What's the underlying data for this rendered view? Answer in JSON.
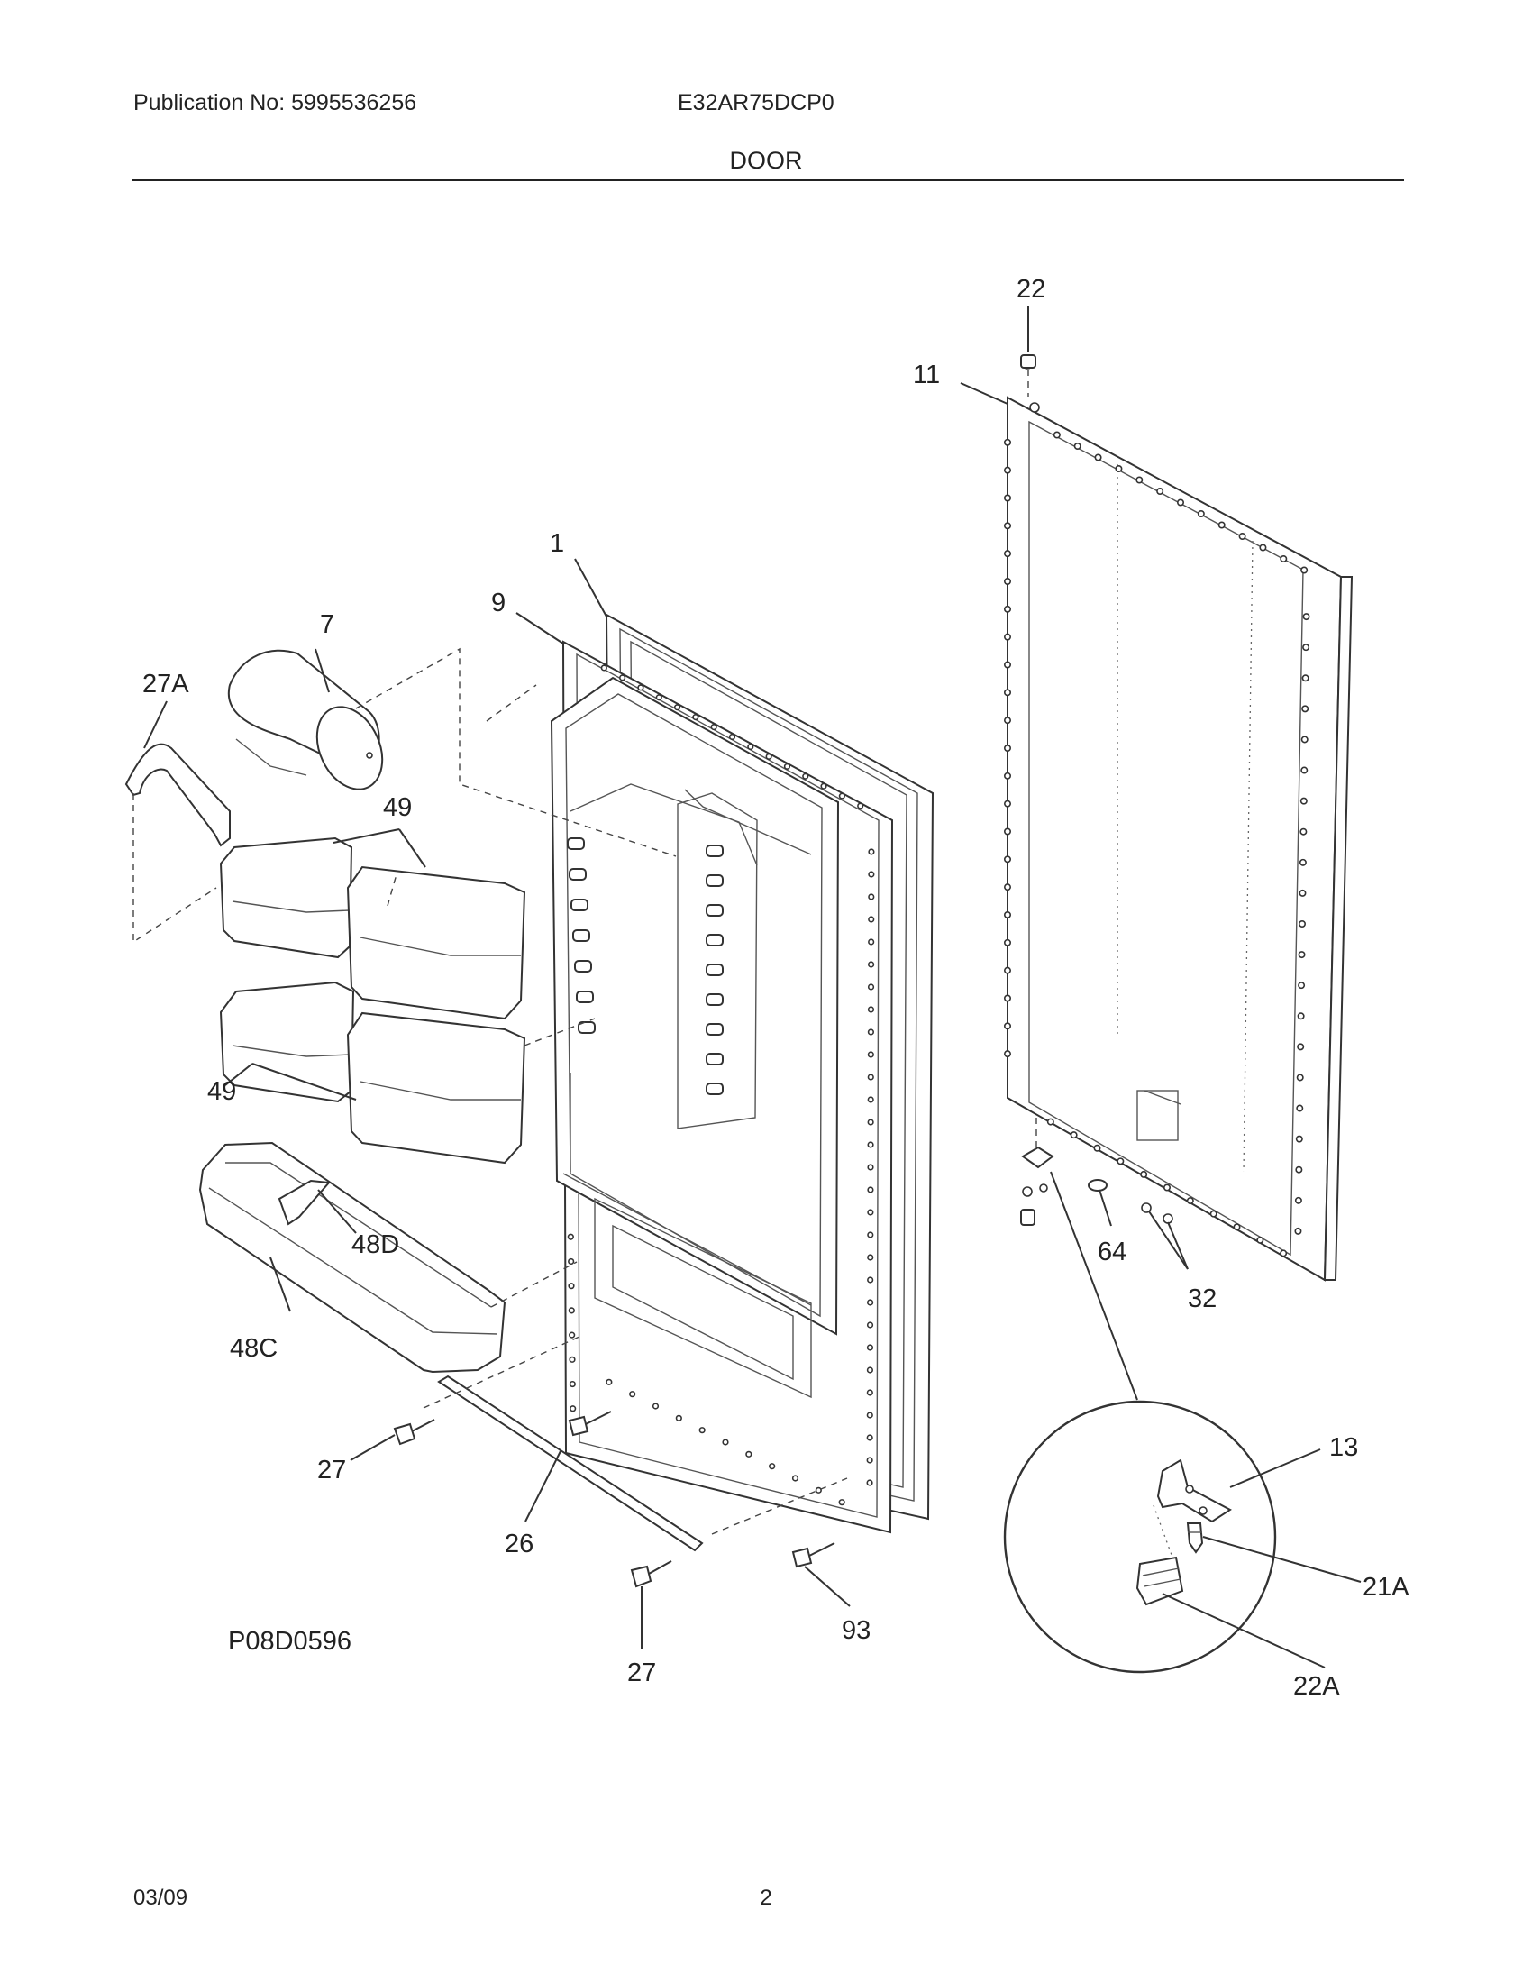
{
  "header": {
    "publication": "Publication No: 5995536256",
    "model": "E32AR75DCP0",
    "section": "DOOR"
  },
  "drawing_number": "P08D0596",
  "footer": {
    "date": "03/09",
    "page": "2"
  },
  "callouts": {
    "c1": "1",
    "c7": "7",
    "c9": "9",
    "c11": "11",
    "c13": "13",
    "c21A": "21A",
    "c22": "22",
    "c22A": "22A",
    "c26": "26",
    "c27_left": "27",
    "c27_bottom": "27",
    "c27A": "27A",
    "c32": "32",
    "c48C": "48C",
    "c48D": "48D",
    "c49_top": "49",
    "c49_bottom": "49",
    "c64": "64",
    "c93": "93"
  }
}
